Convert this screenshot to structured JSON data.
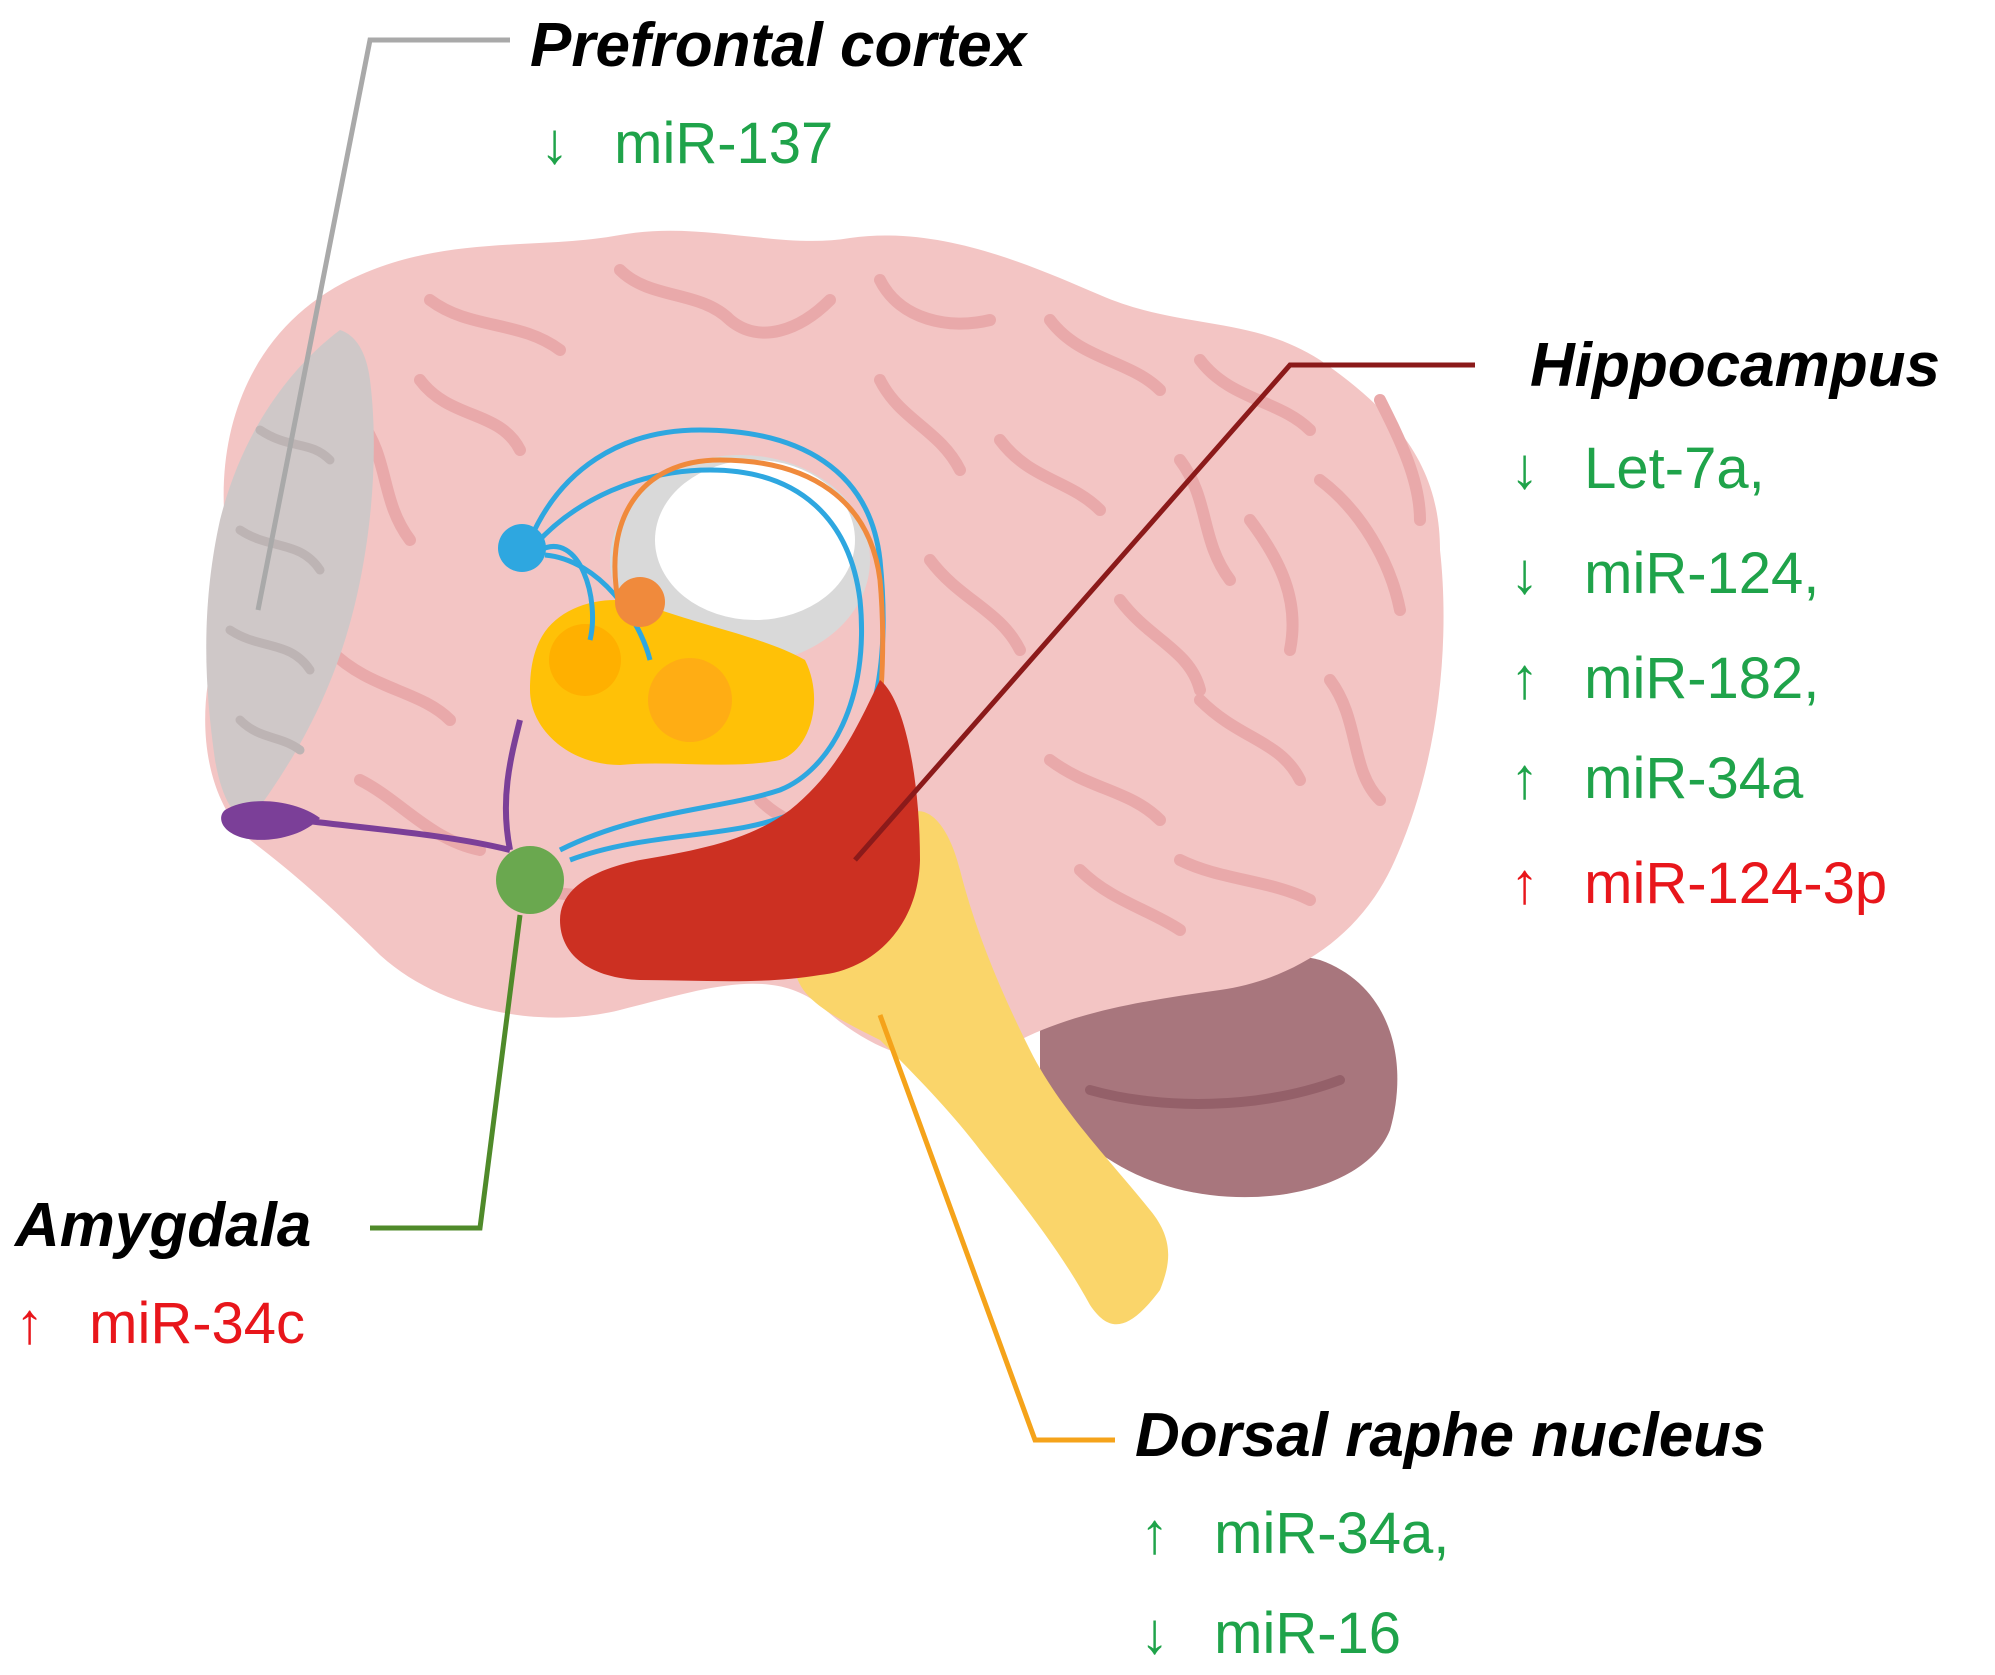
{
  "colors": {
    "brain": "#f3c5c4",
    "brain_fold": "#e9a9aa",
    "cerebellum": "#a8767d",
    "prefrontal": "#cfc8c8",
    "brainstem": "#fad56a",
    "hippocampus": "#cc3022",
    "amygdala": "#6aa84f",
    "thalamus": "#ffc107",
    "tract_blue": "#2ea7e0",
    "tract_orange": "#f08a3c",
    "tract_purple": "#7b3f98",
    "up_green": "#1fa34a",
    "down_green": "#1fa34a",
    "up_red": "#e8161b",
    "line_prefrontal": "#a9a9a9",
    "line_hippocampus": "#8b1a1a",
    "line_amygdala": "#4f8a2a",
    "line_raphe": "#f5a31a"
  },
  "regions": {
    "prefrontal": {
      "title": "Prefrontal cortex",
      "items": [
        {
          "arrow": "↓",
          "text": "miR-137",
          "color": "#1fa34a"
        }
      ]
    },
    "hippocampus": {
      "title": "Hippocampus",
      "items": [
        {
          "arrow": "↓",
          "text": "Let-7a,",
          "color": "#1fa34a"
        },
        {
          "arrow": "↓",
          "text": "miR-124,",
          "color": "#1fa34a"
        },
        {
          "arrow": "↑",
          "text": "miR-182,",
          "color": "#1fa34a"
        },
        {
          "arrow": "↑",
          "text": "miR-34a",
          "color": "#1fa34a"
        },
        {
          "arrow": "↑",
          "text": "miR-124-3p",
          "color": "#e8161b"
        }
      ]
    },
    "amygdala": {
      "title": "Amygdala",
      "items": [
        {
          "arrow": "↑",
          "text": "miR-34c",
          "color": "#e8161b"
        }
      ]
    },
    "raphe": {
      "title": "Dorsal raphe nucleus",
      "items": [
        {
          "arrow": "↑",
          "text": "miR-34a,",
          "color": "#1fa34a"
        },
        {
          "arrow": "↓",
          "text": "miR-16",
          "color": "#1fa34a"
        }
      ]
    }
  }
}
